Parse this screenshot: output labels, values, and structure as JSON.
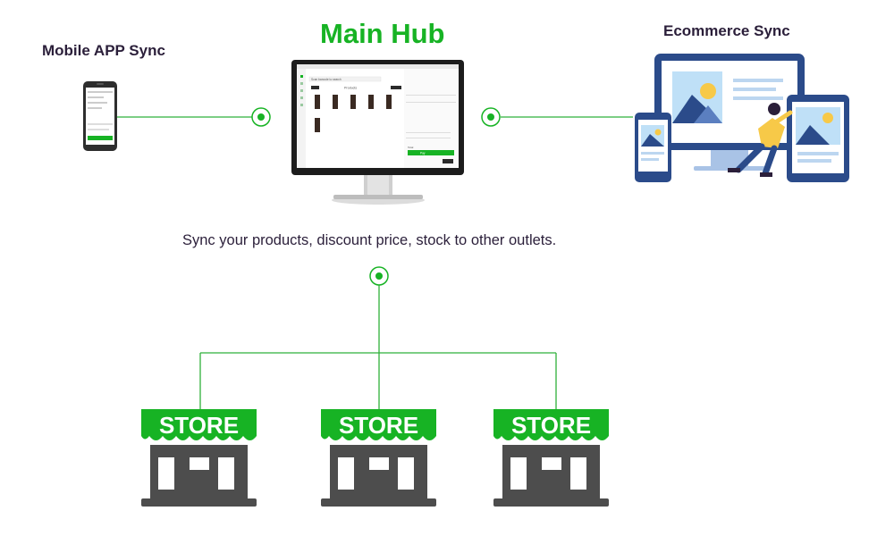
{
  "diagram": {
    "title": "Main Hub",
    "mobile_label": "Mobile APP Sync",
    "ecommerce_label": "Ecommerce Sync",
    "caption": "Sync your products, discount price, stock to other outlets.",
    "stores": [
      {
        "label": "STORE"
      },
      {
        "label": "STORE"
      },
      {
        "label": "STORE"
      }
    ],
    "hub_screen": {
      "search_placeholder": "Scan barcode to search",
      "section_title": "Products",
      "pay_label": "Pay",
      "total_label": "Total"
    }
  },
  "colors": {
    "accent_green": "#17b324",
    "line_green": "#2fb03a",
    "store_body": "#4d4d4d",
    "ecom_blue": "#2b4b8a",
    "text_dark": "#2b1f3a"
  }
}
